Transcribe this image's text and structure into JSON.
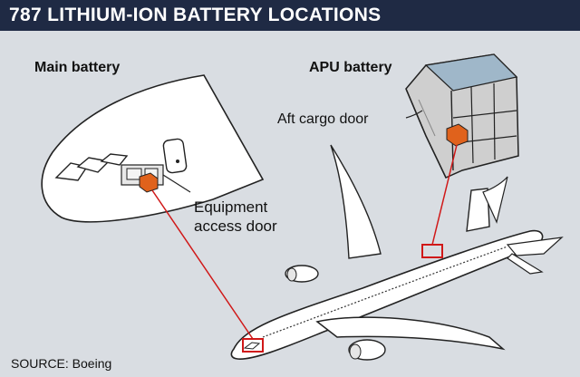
{
  "title": "787 LITHIUM-ION BATTERY LOCATIONS",
  "labels": {
    "main_battery": "Main battery",
    "apu_battery": "APU battery",
    "aft_cargo_door": "Aft cargo door",
    "equipment_access_door": "Equipment access door",
    "source": "SOURCE: Boeing"
  },
  "colors": {
    "title_bar": "#1f2a44",
    "background": "#d9dde2",
    "battery": "#e0621c",
    "marker": "#d01818",
    "aircraft": "#ffffff",
    "structure": "#c9c9c9"
  }
}
